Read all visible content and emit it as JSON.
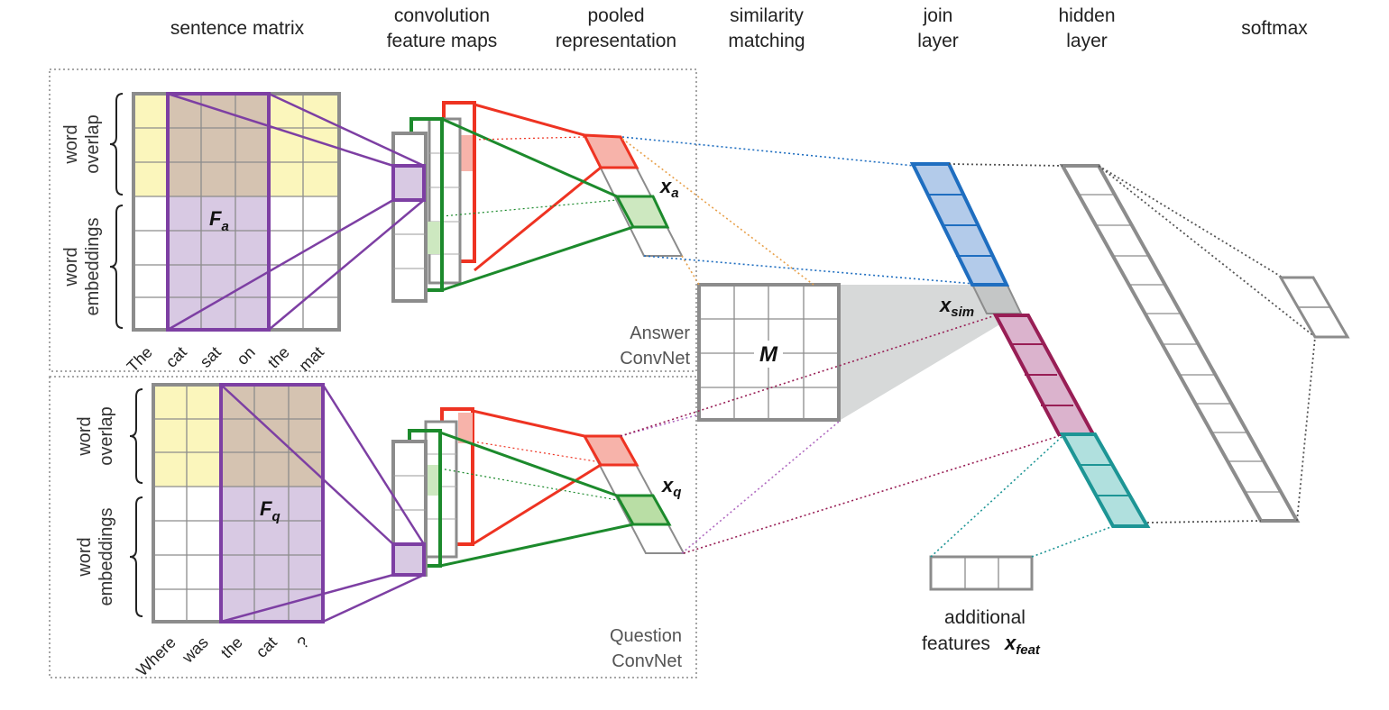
{
  "headers": {
    "sentence_matrix": [
      "sentence matrix"
    ],
    "conv_maps": [
      "convolution",
      "feature maps"
    ],
    "pooled": [
      "pooled",
      "representation"
    ],
    "similarity": [
      "similarity",
      "matching"
    ],
    "join": [
      "join",
      "layer"
    ],
    "hidden": [
      "hidden",
      "layer"
    ],
    "softmax": [
      "softmax"
    ]
  },
  "answer": {
    "overlap_label": [
      "word",
      "overlap"
    ],
    "embeddings_label": [
      "word",
      "embeddings"
    ],
    "words": [
      "The",
      "cat",
      "sat",
      "on",
      "the",
      "mat"
    ],
    "matrix_symbol": "F",
    "matrix_sub": "a",
    "pooled_symbol": "x",
    "pooled_sub": "a",
    "caption": [
      "Answer",
      "ConvNet"
    ]
  },
  "question": {
    "overlap_label": [
      "word",
      "overlap"
    ],
    "embeddings_label": [
      "word",
      "embeddings"
    ],
    "words": [
      "Where",
      "was",
      "the",
      "cat",
      "?"
    ],
    "matrix_symbol": "F",
    "matrix_sub": "q",
    "pooled_symbol": "x",
    "pooled_sub": "q",
    "caption": [
      "Question",
      "ConvNet"
    ]
  },
  "similarity_matrix_symbol": "M",
  "join": {
    "sim_symbol": "x",
    "sim_sub": "sim"
  },
  "additional": {
    "text": "additional",
    "text2": "features",
    "symbol": "x",
    "sub": "feat"
  },
  "colors": {
    "yellow": "#fbf6bc",
    "tan": "#d5c3b1",
    "lilac": "#d8c9e3",
    "purple": "#7d3fa3",
    "gray": "#8c8c8c",
    "red": "#ee3322",
    "pink": "#f7b3aa",
    "green": "#1c8a2c",
    "lightgreen": "#cde8c0",
    "blue": "#1f6ec0",
    "lightblue": "#b3cbea",
    "maroon": "#981e55",
    "lightmaroon": "#dbb3cd",
    "teal": "#1d9595",
    "lightteal": "#b0e0de",
    "orange": "#e8a04a"
  }
}
